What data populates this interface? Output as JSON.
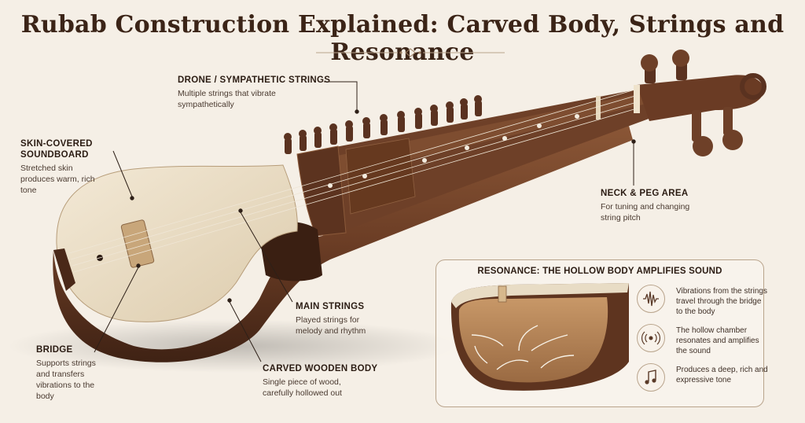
{
  "title": "Rubab Construction Explained: Carved Body, Strings and Resonance",
  "labels": {
    "drone": {
      "heading": "DRONE / SYMPATHETIC STRINGS",
      "desc": "Multiple strings that vibrate sympathetically"
    },
    "soundboard": {
      "heading": "SKIN-COVERED SOUNDBOARD",
      "desc": "Stretched skin produces warm, rich tone"
    },
    "neck": {
      "heading": "NECK & PEG AREA",
      "desc": "For tuning and changing string pitch"
    },
    "main_strings": {
      "heading": "MAIN STRINGS",
      "desc": "Played strings for melody and rhythm"
    },
    "bridge": {
      "heading": "BRIDGE",
      "desc": "Supports strings and transfers vibrations to the body"
    },
    "body": {
      "heading": "CARVED WOODEN BODY",
      "desc": "Single piece of wood, carefully hollowed out"
    }
  },
  "resonance": {
    "title": "RESONANCE: THE HOLLOW BODY AMPLIFIES SOUND",
    "features": [
      {
        "icon": "waveform-icon",
        "text": "Vibrations from the strings travel through the bridge to the body"
      },
      {
        "icon": "sound-waves-icon",
        "text": "The hollow chamber resonates and amplifies the sound"
      },
      {
        "icon": "music-note-icon",
        "text": "Produces a deep, rich and expressive tone"
      }
    ]
  },
  "colors": {
    "background": "#f5efe6",
    "wood_dark": "#5a3220",
    "wood_mid": "#7a4a2e",
    "skin": "#ece0c8",
    "title": "#3b2417"
  }
}
